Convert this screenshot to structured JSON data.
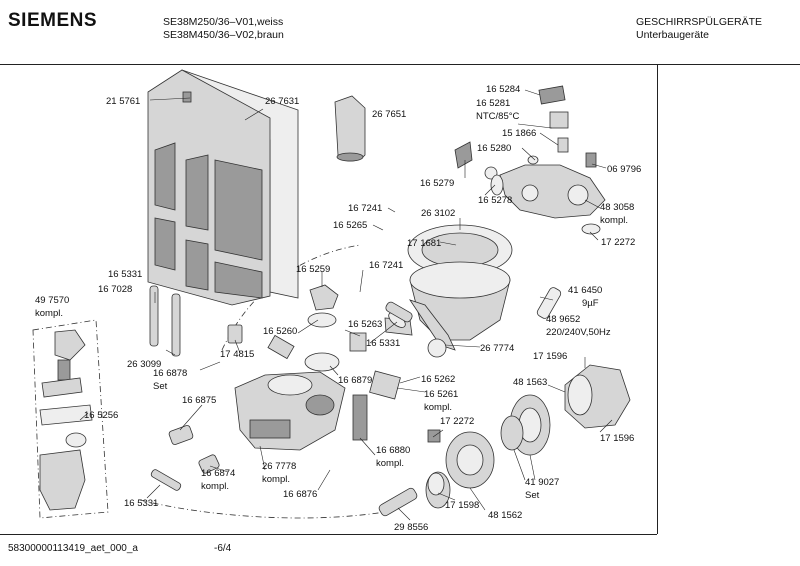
{
  "header": {
    "brand": "SIEMENS",
    "model_line_1": "SE38M250/36–V01,weiss",
    "model_line_2": "SE38M450/36–V02,braun",
    "category_line_1": "GESCHIRRSPÜLGERÄTE",
    "category_line_2": "Unterbaugeräte"
  },
  "footer": {
    "document_id": "58300000113419_aet_000_a",
    "page": "-6/4"
  },
  "labels": {
    "p215761": "21 5761",
    "p267631": "26 7631",
    "p267651": "26 7651",
    "p165284": "16 5284",
    "p165281": "16 5281",
    "ntc": "NTC/85°C",
    "p151866": "15 1866",
    "p165280": "16 5280",
    "p069796": "06 9796",
    "p165279": "16 5279",
    "p165278": "16 5278",
    "p483058": "48 3058",
    "p483058_kompl": "kompl.",
    "p167241a": "16 7241",
    "p165265": "16 5265",
    "p263102": "26 3102",
    "p171681": "17 1681",
    "p172272a": "17 2272",
    "p165331a": "16 5331",
    "p167028": "16 7028",
    "p165259": "16 5259",
    "p167241b": "16 7241",
    "p497570": "49 7570",
    "p497570_kompl": "kompl.",
    "p416450": "41 6450",
    "cap": "9µF",
    "p489652": "48 9652",
    "voltage": "220/240V,50Hz",
    "p165260": "16 5260",
    "p165263": "16 5263",
    "p165331b": "16 5331",
    "p263099": "26 3099",
    "p174815": "17 4815",
    "p267774": "26 7774",
    "p171596a": "17 1596",
    "p166878": "16 6878",
    "p166878_set": "Set",
    "p166879": "16 6879",
    "p165262": "16 5262",
    "p481563": "48 1563",
    "p165261": "16 5261",
    "p165261_kompl": "kompl.",
    "p166875": "16 6875",
    "p165256": "16 5256",
    "p172272b": "17 2272",
    "p171596b": "17 1596",
    "p166880": "16 6880",
    "p166880_kompl": "kompl.",
    "p166874": "16 6874",
    "p166874_kompl": "kompl.",
    "p267778": "26 7778",
    "p267778_kompl": "kompl.",
    "p419027": "41 9027",
    "p419027_set": "Set",
    "p166876": "16 6876",
    "p165331c": "16 5331",
    "p171598": "17 1598",
    "p481562": "48 1562",
    "p298556": "29 8556"
  }
}
